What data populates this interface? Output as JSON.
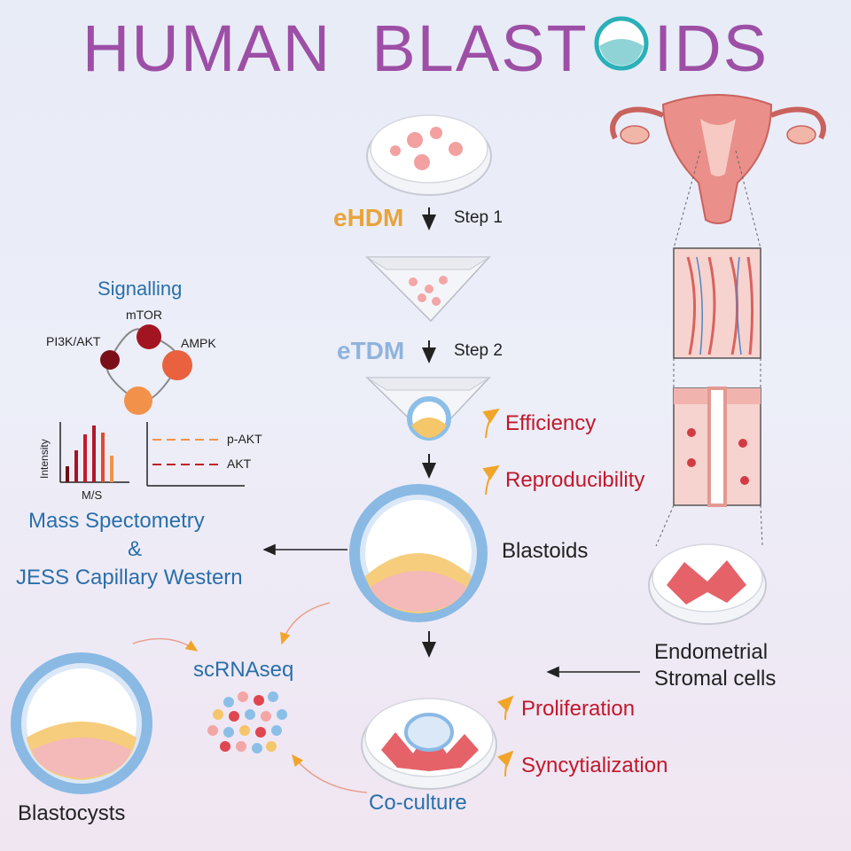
{
  "title": {
    "part1": "HUMAN",
    "part2": "BLAST",
    "part3": "IDS"
  },
  "steps": {
    "ehdm": "eHDM",
    "step1": "Step 1",
    "etdm": "eTDM",
    "step2": "Step 2"
  },
  "outcomes": {
    "efficiency": "Efficiency",
    "reproducibility": "Reproducibility",
    "proliferation": "Proliferation",
    "syncytialization": "Syncytialization"
  },
  "signalling": {
    "title": "Signalling",
    "nodes": [
      "mTOR",
      "PI3K/AKT",
      "AMPK"
    ],
    "plot_ylabel": "Intensity",
    "plot_xlabel": "M/S",
    "legend": [
      "p-AKT",
      "AKT"
    ]
  },
  "analysis": {
    "line1": "Mass Spectometry",
    "line2": "&",
    "line3": "JESS Capillary Western"
  },
  "labels": {
    "blastoids": "Blastoids",
    "endometrial1": "Endometrial",
    "endometrial2": "Stromal cells",
    "scrnaseq": "scRNAseq",
    "blastocysts": "Blastocysts",
    "coculture": "Co-culture"
  },
  "colors": {
    "title": "#9d4fa6",
    "ehdm": "#e8a33b",
    "etdm": "#8fb4dc",
    "outcome": "#c2182b",
    "blue_label": "#2a6faa"
  }
}
